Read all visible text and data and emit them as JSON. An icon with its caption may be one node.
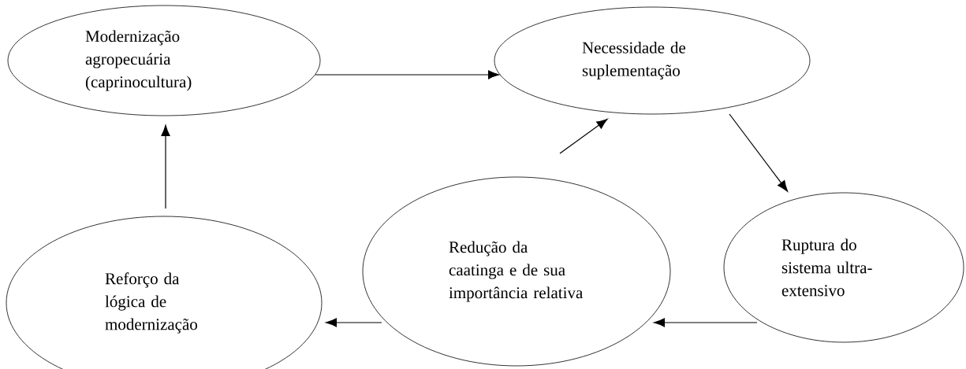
{
  "diagram": {
    "nodes": [
      {
        "text": [
          "Modernização agropecuária (caprinocultura)"
        ]
      },
      {
        "text": [
          "Necessidade de suplementação"
        ]
      },
      {
        "text": [
          "Ruptura do sistema ultra-extensivo"
        ]
      },
      {
        "text": [
          "Redução da caatinga e de sua importância relativa"
        ]
      },
      {
        "text": [
          "Reforço da lógica de modernização"
        ]
      }
    ],
    "edges": [
      {
        "from": 0,
        "to": 1,
        "arrow": "to"
      },
      {
        "from": 1,
        "to": 2,
        "arrow": "to"
      },
      {
        "from": 2,
        "to": 3,
        "arrow": "to"
      },
      {
        "from": 3,
        "to": 4,
        "arrow": "to"
      },
      {
        "from": 4,
        "to": 0,
        "arrow": "to"
      },
      {
        "from": 3,
        "to": 1,
        "arrow": "to"
      }
    ]
  }
}
